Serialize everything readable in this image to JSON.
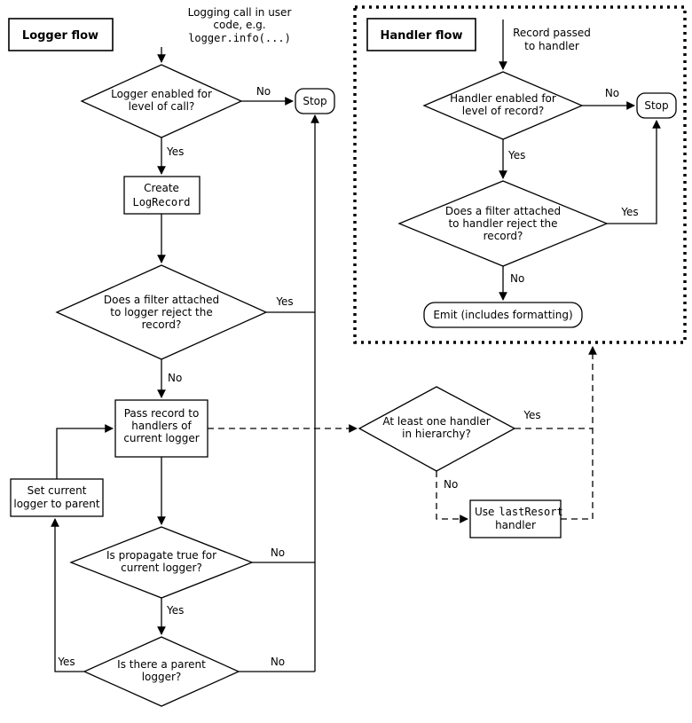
{
  "labels": {
    "yes": "Yes",
    "no": "No",
    "stop": "Stop"
  },
  "logger_flow": {
    "title": "Logger flow",
    "start_line1": "Logging call in user",
    "start_line2": "code, e.g.",
    "start_line3": "logger.info(...)",
    "enabled_line1": "Logger enabled for",
    "enabled_line2": "level of call?",
    "create_line1": "Create",
    "create_line2": "LogRecord",
    "filter_line1": "Does a filter attached",
    "filter_line2": "to logger reject the",
    "filter_line3": "record?",
    "pass_line1": "Pass record to",
    "pass_line2": "handlers of",
    "pass_line3": "current logger",
    "setparent_line1": "Set current",
    "setparent_line2": "logger to parent",
    "propagate_line1": "Is propagate true for",
    "propagate_line2": "current logger?",
    "parent_line1": "Is there a parent",
    "parent_line2": "logger?"
  },
  "handler_flow": {
    "title": "Handler flow",
    "start_line1": "Record passed",
    "start_line2": "to handler",
    "enabled_line1": "Handler enabled for",
    "enabled_line2": "level of record?",
    "filter_line1": "Does a filter attached",
    "filter_line2": "to handler reject the",
    "filter_line3": "record?",
    "emit": "Emit (includes formatting)"
  },
  "hierarchy": {
    "question_line1": "At least one handler",
    "question_line2": "in hierarchy?",
    "lastresort_use": "Use",
    "lastresort_code": "lastResort",
    "lastresort_line2": "handler"
  }
}
